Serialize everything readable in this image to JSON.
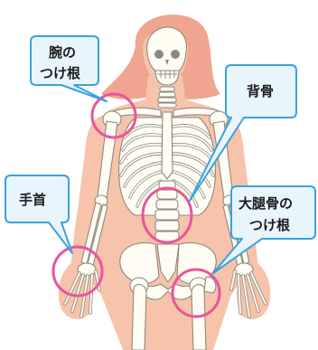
{
  "callouts": {
    "shoulder": {
      "line1": "腕の",
      "line2": "つけ根"
    },
    "spine": {
      "label": "背骨"
    },
    "wrist": {
      "label": "手首"
    },
    "hip": {
      "line1": "大腿骨の",
      "line2": "つけ根"
    }
  },
  "colors": {
    "skin": "#f7c3ab",
    "hair": "#f0a590",
    "bone": "#fffdf3",
    "bone_outline": "#8c8a80",
    "bone_shadow": "#e6e2d2",
    "accent_pink": "#e8559b",
    "callout_fill": "#e9f5fd",
    "callout_stroke": "#3aa2dd"
  }
}
